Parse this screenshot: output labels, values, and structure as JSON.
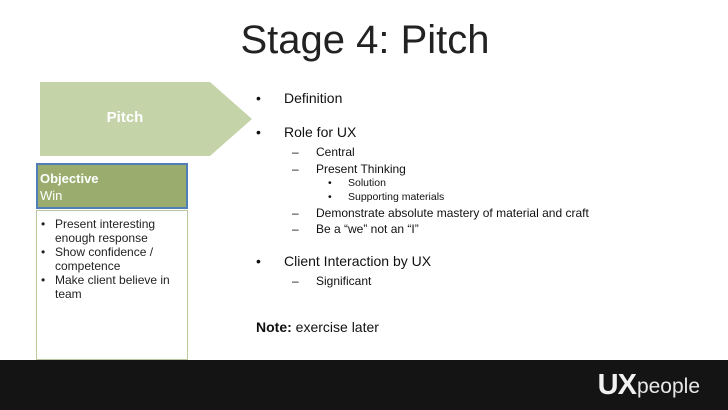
{
  "slide": {
    "title": "Stage 4: Pitch",
    "pitch_label": "Pitch",
    "objective": {
      "title": "Objective",
      "value": "Win",
      "items": [
        "Present interesting enough response",
        "Show confidence / competence",
        "Make client believe in team"
      ]
    },
    "bullet_marker": "•",
    "dash_marker": "–",
    "bullets": [
      {
        "text": "Definition"
      },
      {
        "text": "Role for UX"
      },
      {
        "text": "Central"
      },
      {
        "text": "Present Thinking"
      },
      {
        "text": "Solution"
      },
      {
        "text": "Supporting materials"
      },
      {
        "text": "Demonstrate absolute mastery of material and craft"
      },
      {
        "text": "Be a “we” not an “I”"
      },
      {
        "text": "Client Interaction by UX"
      },
      {
        "text": "Significant"
      }
    ],
    "note": {
      "label": "Note:",
      "text": " exercise later"
    }
  },
  "footer": {
    "logo_ux": "UX",
    "logo_people": "people"
  },
  "colors": {
    "arrow_fill": "#c5d3a9",
    "objective_fill": "#9aad6f",
    "objective_border": "#4f7fb6",
    "footer_bg": "#141414"
  }
}
